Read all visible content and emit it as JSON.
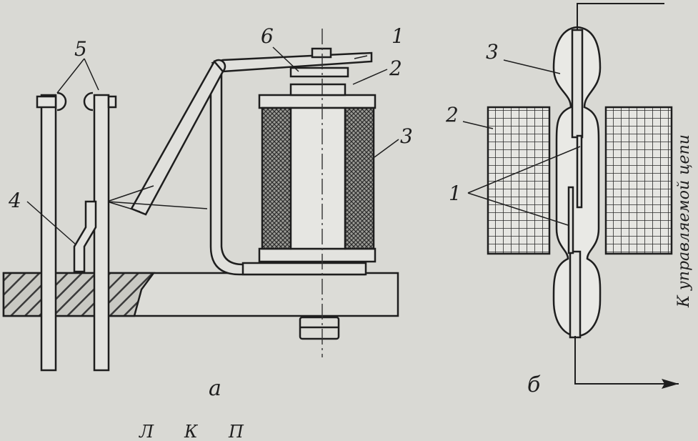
{
  "diagram": {
    "panel_a": {
      "caption": "а",
      "labels": {
        "contacts": "5",
        "spring": "4",
        "armature": "1",
        "gap_plate": "6",
        "core": "2",
        "coil": "3"
      }
    },
    "panel_b": {
      "caption": "б",
      "labels": {
        "glass_tube": "3",
        "winding": "2",
        "reeds": "1"
      },
      "output_text": "К управляемой цепи"
    },
    "bottom_letters": [
      "Л",
      "К",
      "П"
    ]
  }
}
